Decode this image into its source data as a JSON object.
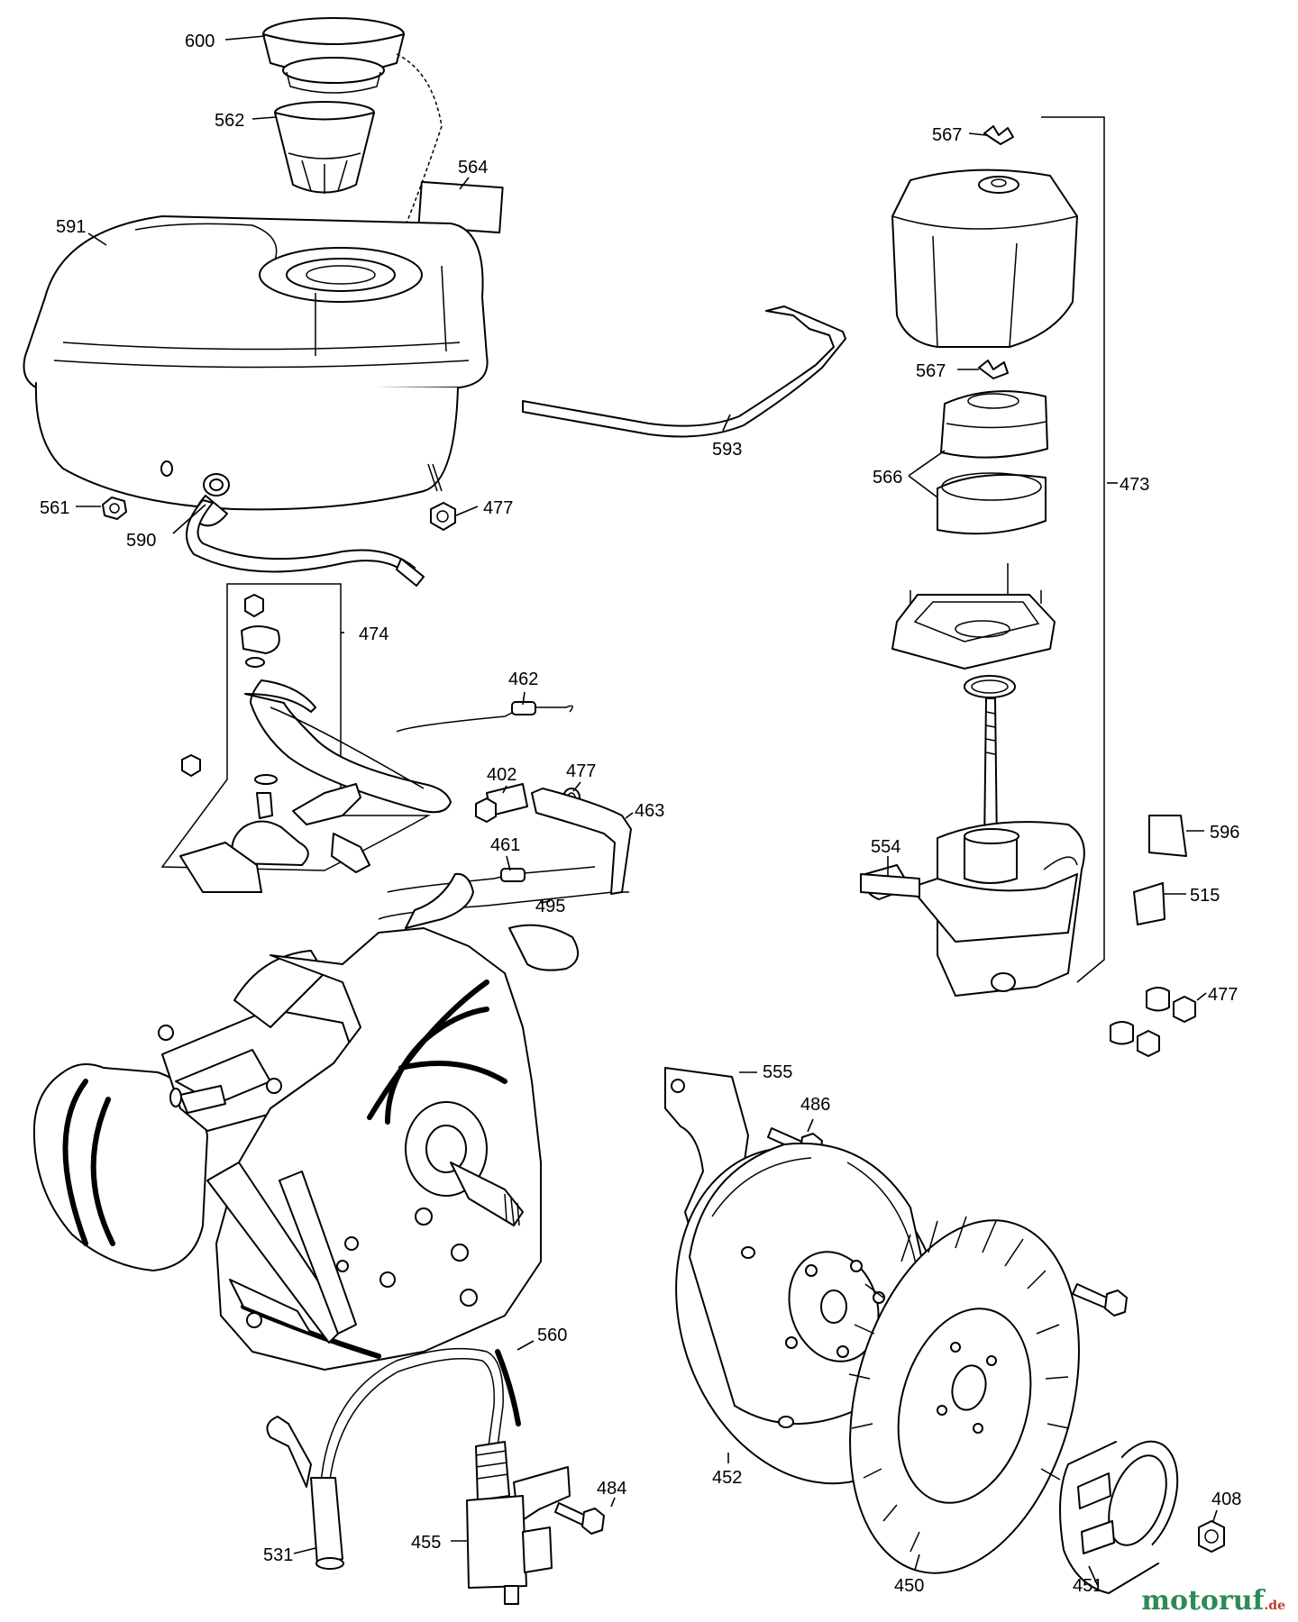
{
  "diagram": {
    "callouts": {
      "c600": "600",
      "c562": "562",
      "c564": "564",
      "c591": "591",
      "c593": "593",
      "c567a": "567",
      "c567b": "567",
      "c566": "566",
      "c473": "473",
      "c561": "561",
      "c590": "590",
      "c477a": "477",
      "c474": "474",
      "c462": "462",
      "c402": "402",
      "c477b": "477",
      "c463": "463",
      "c461": "461",
      "c495": "495",
      "c554": "554",
      "c596": "596",
      "c515": "515",
      "c477c": "477",
      "c555": "555",
      "c486": "486",
      "c560": "560",
      "c452": "452",
      "c484": "484",
      "c408": "408",
      "c531": "531",
      "c455": "455",
      "c450": "450",
      "c451": "451"
    }
  },
  "watermark": {
    "brand": "motoruf",
    "domain": ".de"
  }
}
